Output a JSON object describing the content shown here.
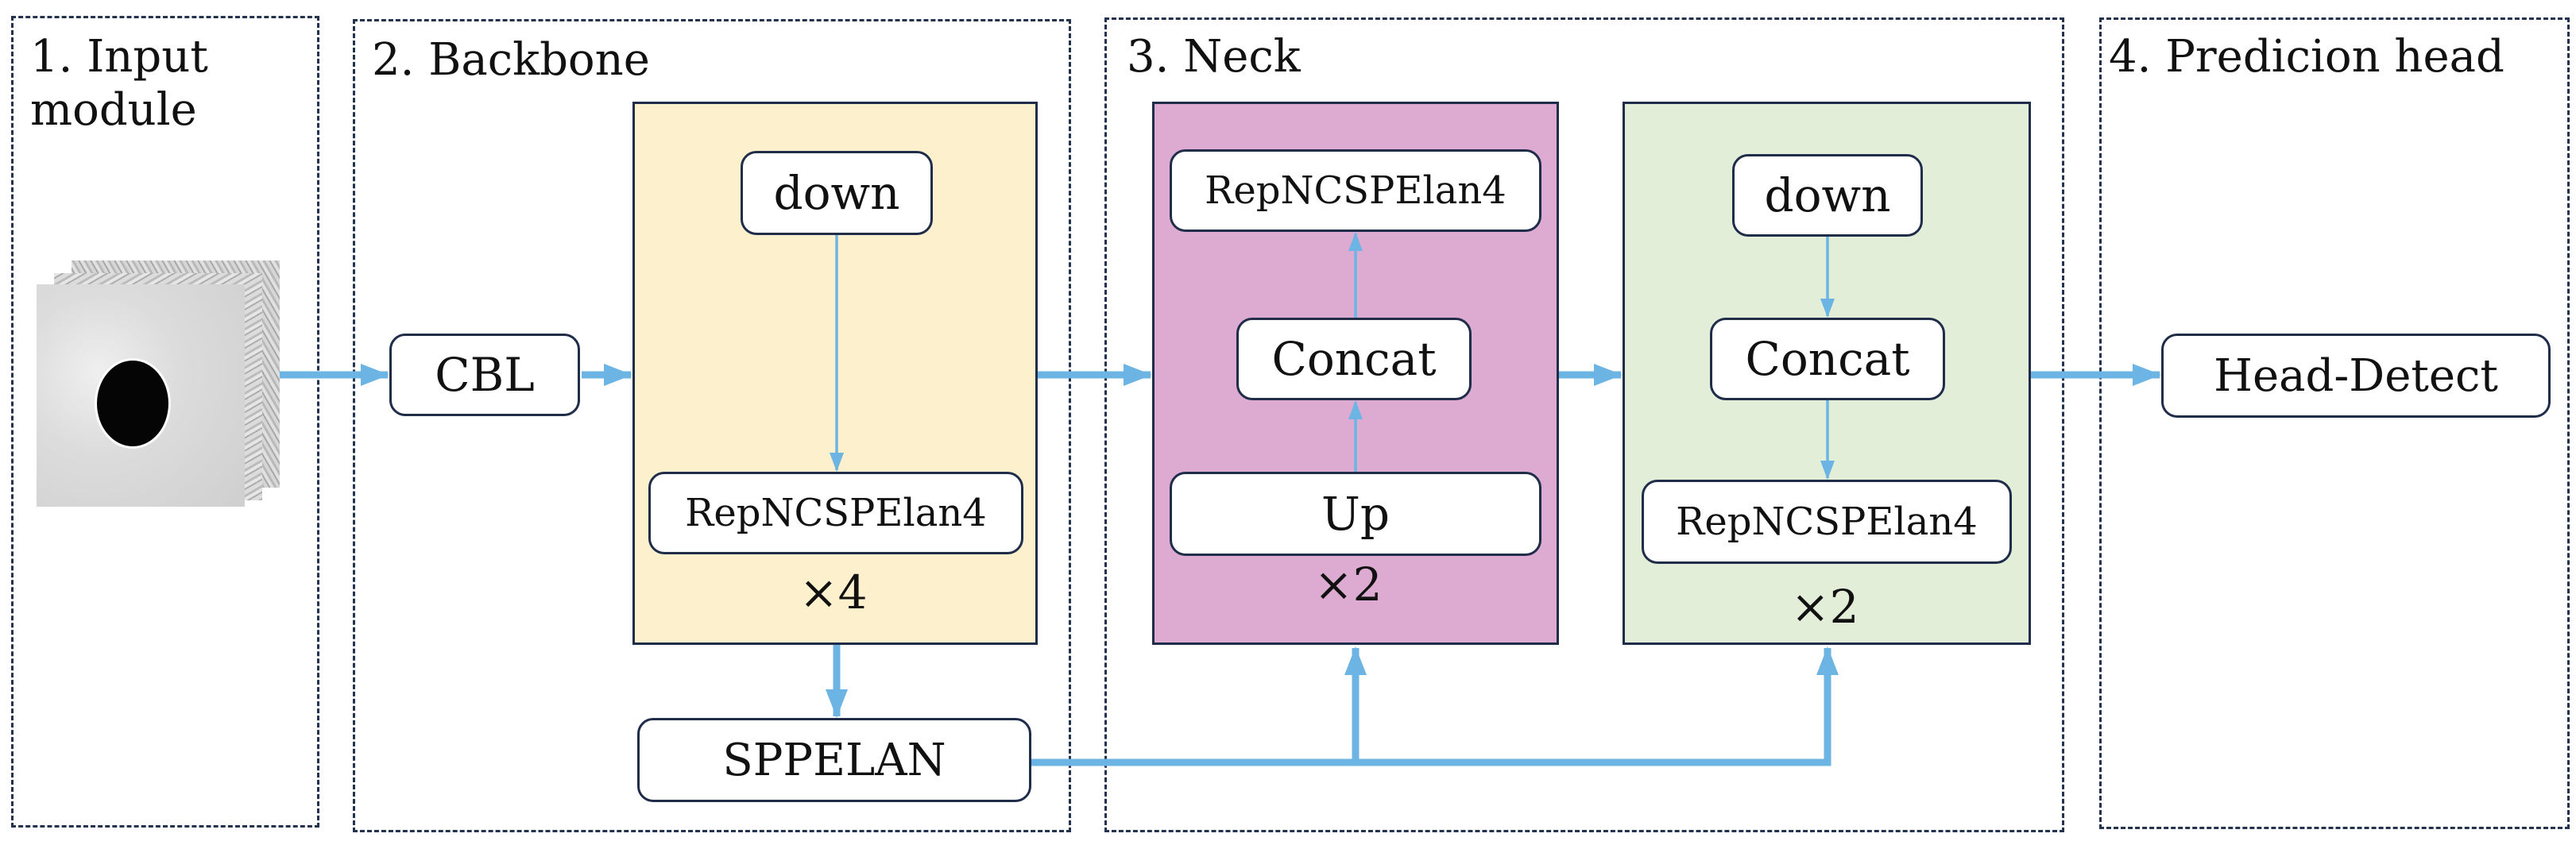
{
  "sections": {
    "input": {
      "title": "1. Input\nmodule"
    },
    "backbone": {
      "title": "2. Backbone"
    },
    "neck": {
      "title": "3. Neck"
    },
    "head": {
      "title": "4. Predicion head"
    }
  },
  "blocks": {
    "cbl": "CBL",
    "backbone_down": "down",
    "backbone_rep": "RepNCSPElan4",
    "backbone_repeat": "×4",
    "sppelan": "SPPELAN",
    "neck_up_rep": "RepNCSPElan4",
    "neck_up_concat": "Concat",
    "neck_up_up": "Up",
    "neck_up_repeat": "×2",
    "neck_down_down": "down",
    "neck_down_concat": "Concat",
    "neck_down_rep": "RepNCSPElan4",
    "neck_down_repeat": "×2",
    "head_detect": "Head-Detect"
  },
  "colors": {
    "arrow": "#6cb4e4",
    "backbone_panel": "#fdf0cd",
    "neck_up_panel": "#ddabd1",
    "neck_down_panel": "#e2eed8",
    "border": "#1f2d4a"
  },
  "icons": {
    "input_image": "image-stack-icon"
  }
}
